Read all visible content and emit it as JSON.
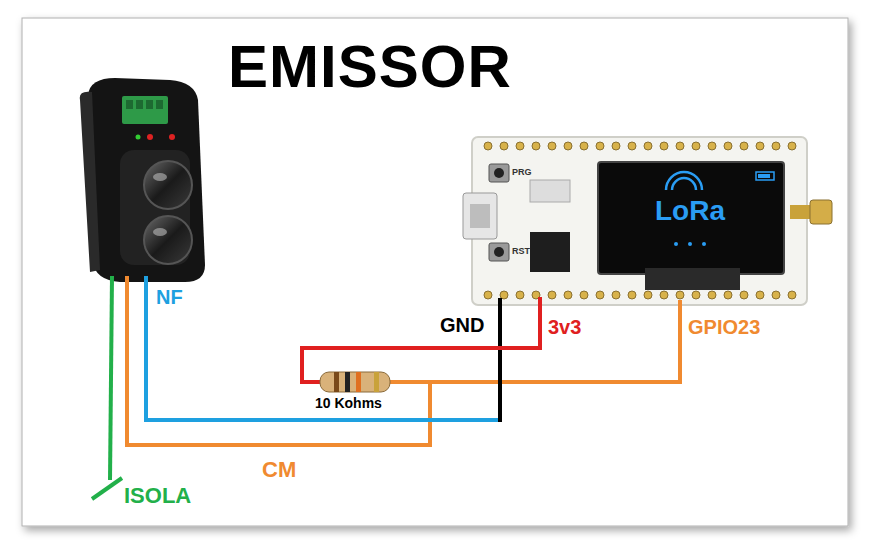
{
  "diagram": {
    "title": "EMISSOR",
    "labels": [
      "NF",
      "GND",
      "3v3",
      "GPIO23",
      "10 Kohms",
      "CM",
      "ISOLA",
      "PRG",
      "RST",
      "LoRa"
    ]
  }
}
